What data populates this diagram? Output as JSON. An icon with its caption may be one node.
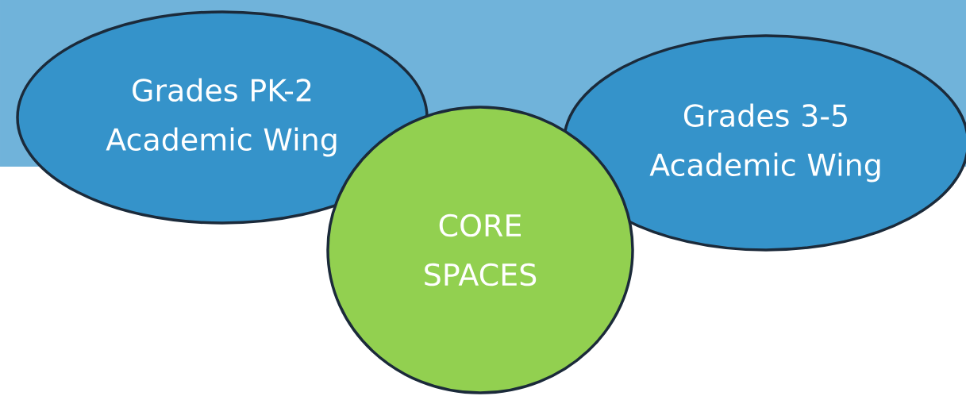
{
  "diagram": {
    "nodes": [
      {
        "text": [
          "Grades PK-2 Academic Wing"
        ]
      },
      {
        "text": [
          "Grades 3-5 Academic Wing"
        ]
      },
      {
        "text": [
          "CORE SPACES"
        ]
      }
    ]
  }
}
